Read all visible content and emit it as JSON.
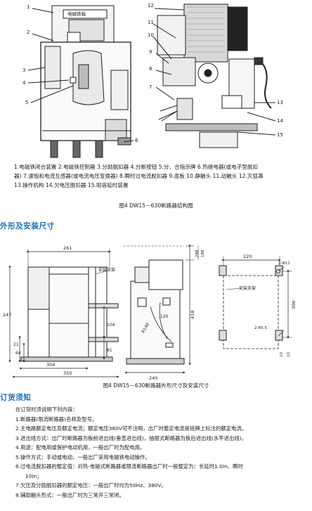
{
  "figure1": {
    "panel_label": "电磁铁箱",
    "callouts_left": [
      "1",
      "2",
      "3",
      "4",
      "5",
      "6"
    ],
    "callouts_right": [
      "12",
      "11",
      "10",
      "9",
      "8",
      "7",
      "13",
      "14",
      "15"
    ]
  },
  "legend_lines": [
    "1.电磁铁闭合装置 2.电磁铁控制箱 3.分励脱扣器 4.分断按钮 5.分、合指示牌 6.热继电器(或电子型脱扣",
    "器) 7.速饱和电流互感器(或电流电压变换器) 8.瞬时过电流脱扣器 9.底板 10.静触头 11.动触头 12.灭弧罩",
    "13.操作机构 14.欠电压脱扣器 15.阻容延时装置"
  ],
  "caption1": "图4 DW15－630断路器结构图",
  "section1_title": "外形及安装尺寸",
  "figure2": {
    "left_view": {
      "dim_top": "261",
      "dim_bottom_inner": "304",
      "dim_bottom_outer": "350",
      "dim_left_total": "247",
      "dim_left_a": "21",
      "dim_left_b": "64",
      "dim_right_a": "104",
      "dim_right_b": "81",
      "label_bracket": "安装支架"
    },
    "middle_view": {
      "dim_top_right": "288",
      "dim_top_right2": "188",
      "dim_right": "418",
      "dim_bottom": "240",
      "dim_r1": "R140",
      "dim_r2": "120"
    },
    "right_view": {
      "dim_top": "220",
      "dim_hole_top": "2-Φ11",
      "dim_right": "300",
      "dim_hole_bottom": "2-R5.5",
      "dim_bottom_a": "10",
      "dim_bottom_b": "10",
      "label_bracket": "安装支架"
    }
  },
  "caption2": "图4 DW15－630断路器外形尺寸及安装尺寸",
  "section2_title": "订货须知",
  "order_notes": [
    "在订货时须说明下列内容：",
    "1.断路器(限流断路器)名称及型号。",
    "2.主电路额定电压及额定电流；额定电压380V可不注明，出厂时整定电流是铭牌上标注的额定电流。",
    "3.进出线方式：出厂时断路器为板前进出线(垂直进出线)，抽屉式断路器为板后进出线(水平进出线)。",
    "4.用途：配电用或保护电动机用，一般出厂时为配电用。",
    "5.操作方式：手动或电动，一般出厂采用电磁铁电动操作。",
    "6.过电流脱扣器的整定值：对热-电磁式断路器或限流断路器出厂时一般整定为：长延时1.0In、瞬时",
    "10In；",
    "7.欠压及分励脱扣器的额定电压：一般出厂时均为50Hz、380V。",
    "8.辅助触头形式：一般出厂时为三常开三常闭。"
  ]
}
